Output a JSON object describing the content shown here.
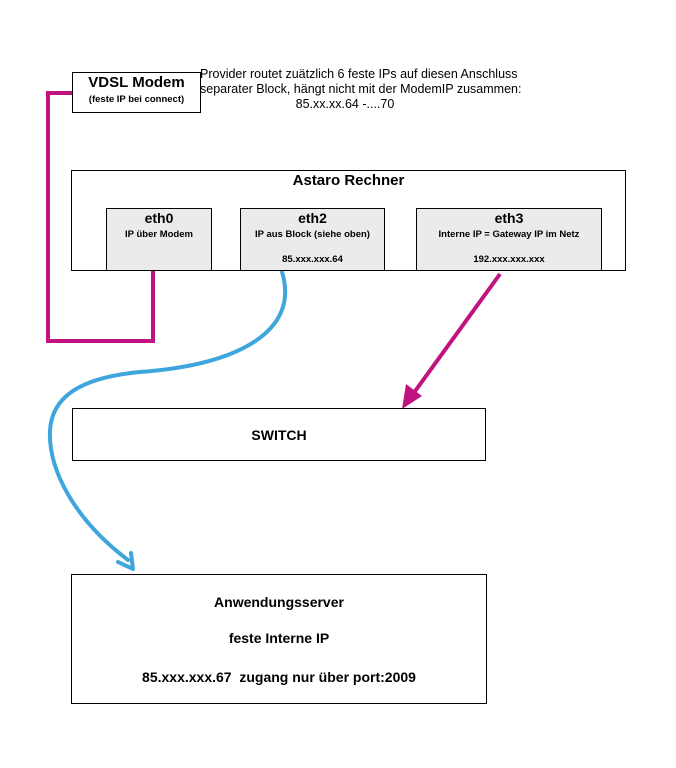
{
  "modem": {
    "title": "VDSL Modem",
    "subtitle": "(feste IP bei connect)"
  },
  "provider_note": {
    "line1": "Provider routet zuätzlich 6 feste IPs auf diesen Anschluss",
    "line2": "separater Block, hängt nicht mit der ModemIP zusammen:",
    "line3": "85.xx.xx.64 -....70"
  },
  "astaro": {
    "title": "Astaro Rechner"
  },
  "eth0": {
    "title": "eth0",
    "desc": "IP über Modem"
  },
  "eth2": {
    "title": "eth2",
    "desc": "IP aus Block (siehe oben)",
    "ip": "85.xxx.xxx.64"
  },
  "eth3": {
    "title": "eth3",
    "desc": "Interne IP = Gateway IP im Netz",
    "ip": "192.xxx.xxx.xxx"
  },
  "switch": {
    "label": "SWITCH"
  },
  "server": {
    "title": "Anwendungsserver",
    "line2": "feste Interne IP",
    "line3": "85.xxx.xxx.67  zugang nur über port:2009"
  },
  "colors": {
    "magenta": "#c0137f",
    "blue": "#3ea6dc",
    "interface_fill": "#ebebeb"
  }
}
